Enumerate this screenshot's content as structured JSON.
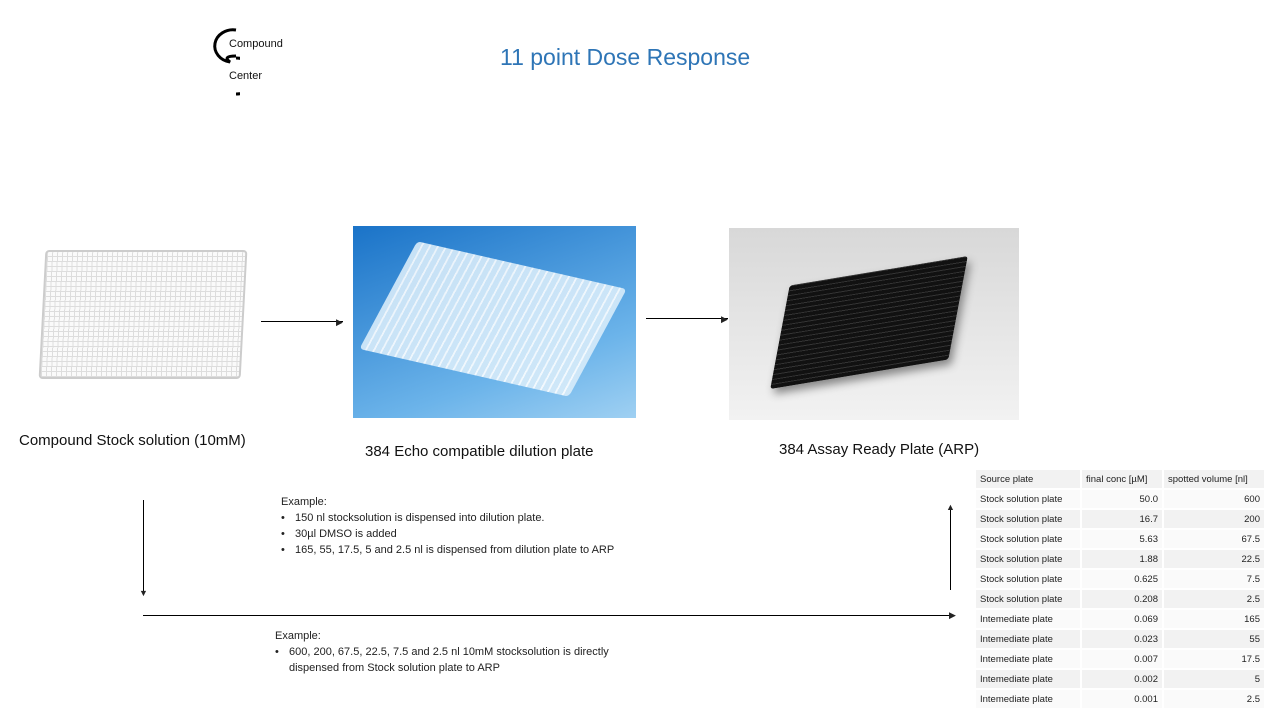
{
  "logo": {
    "line1": "Compound",
    "line2": "Center"
  },
  "title": "11 point Dose Response",
  "captions": {
    "stock": "Compound Stock solution (10mM)",
    "echo": "384 Echo compatible dilution plate",
    "arp": "384 Assay Ready Plate (ARP)"
  },
  "example1": {
    "heading": "Example:",
    "items": [
      "150 nl stocksolution is dispensed into dilution plate.",
      "30µl DMSO is added",
      "165, 55, 17.5, 5 and 2.5 nl is dispensed from dilution plate to ARP"
    ]
  },
  "example2": {
    "heading": "Example:",
    "items": [
      "600, 200, 67.5, 22.5, 7.5 and 2.5 nl 10mM stocksolution is directly dispensed from Stock solution plate to ARP"
    ]
  },
  "table": {
    "headers": [
      "Source plate",
      "final conc [µM]",
      "spotted volume [nl]"
    ],
    "rows": [
      [
        "Stock solution plate",
        "50.0",
        "600"
      ],
      [
        "Stock solution plate",
        "16.7",
        "200"
      ],
      [
        "Stock solution plate",
        "5.63",
        "67.5"
      ],
      [
        "Stock solution plate",
        "1.88",
        "22.5"
      ],
      [
        "Stock solution plate",
        "0.625",
        "7.5"
      ],
      [
        "Stock solution plate",
        "0.208",
        "2.5"
      ],
      [
        "Intemediate plate",
        "0.069",
        "165"
      ],
      [
        "Intemediate plate",
        "0.023",
        "55"
      ],
      [
        "Intemediate plate",
        "0.007",
        "17.5"
      ],
      [
        "Intemediate plate",
        "0.002",
        "5"
      ],
      [
        "Intemediate plate",
        "0.001",
        "2.5"
      ]
    ]
  }
}
